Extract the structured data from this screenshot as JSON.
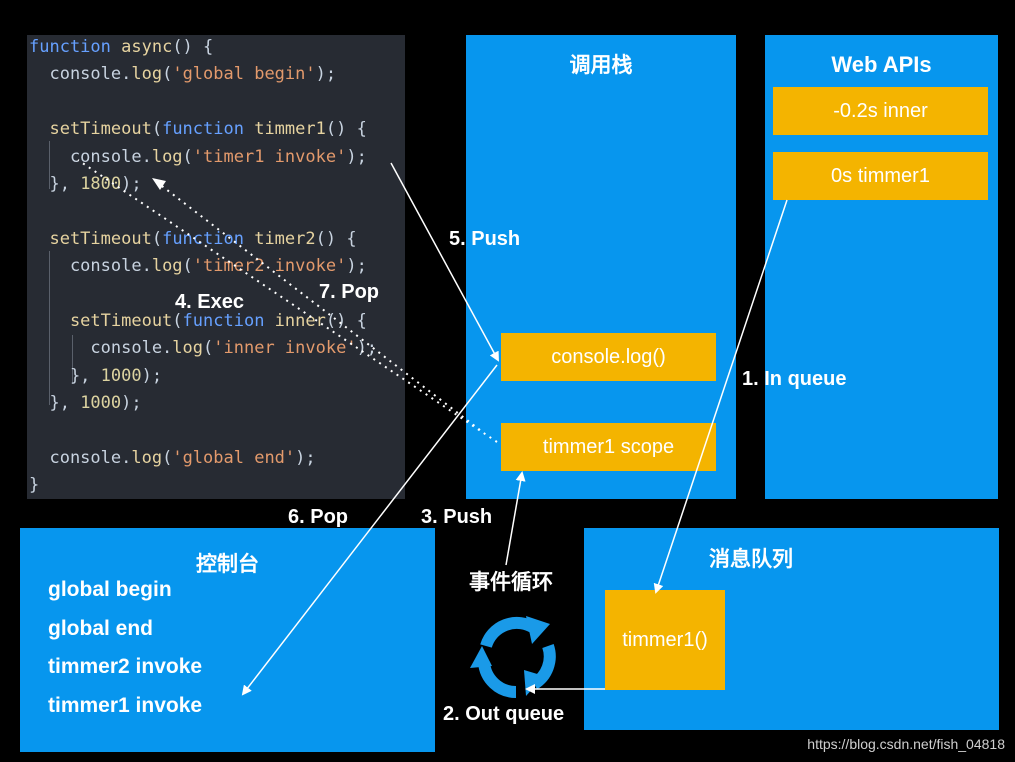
{
  "code": {
    "lines": [
      [
        {
          "t": "function ",
          "c": "kw"
        },
        {
          "t": "async",
          "c": "fn"
        },
        {
          "t": "() {",
          "c": ""
        }
      ],
      [
        {
          "t": "  console.",
          "c": ""
        },
        {
          "t": "log",
          "c": "fn"
        },
        {
          "t": "(",
          "c": ""
        },
        {
          "t": "'global begin'",
          "c": "str"
        },
        {
          "t": ");",
          "c": ""
        }
      ],
      [],
      [
        {
          "t": "  setTimeout",
          "c": "fn"
        },
        {
          "t": "(",
          "c": ""
        },
        {
          "t": "function ",
          "c": "kw"
        },
        {
          "t": "timmer1",
          "c": "fn"
        },
        {
          "t": "() {",
          "c": ""
        }
      ],
      [
        {
          "t": "    console.",
          "c": ""
        },
        {
          "t": "log",
          "c": "fn"
        },
        {
          "t": "(",
          "c": ""
        },
        {
          "t": "'timer1 invoke'",
          "c": "str"
        },
        {
          "t": ");",
          "c": ""
        }
      ],
      [
        {
          "t": "  }, ",
          "c": ""
        },
        {
          "t": "1800",
          "c": "num"
        },
        {
          "t": ");",
          "c": ""
        }
      ],
      [],
      [
        {
          "t": "  setTimeout",
          "c": "fn"
        },
        {
          "t": "(",
          "c": ""
        },
        {
          "t": "function ",
          "c": "kw"
        },
        {
          "t": "timer2",
          "c": "fn"
        },
        {
          "t": "() {",
          "c": ""
        }
      ],
      [
        {
          "t": "    console.",
          "c": ""
        },
        {
          "t": "log",
          "c": "fn"
        },
        {
          "t": "(",
          "c": ""
        },
        {
          "t": "'timer2 invoke'",
          "c": "str"
        },
        {
          "t": ");",
          "c": ""
        }
      ],
      [],
      [
        {
          "t": "    setTimeout",
          "c": "fn"
        },
        {
          "t": "(",
          "c": ""
        },
        {
          "t": "function ",
          "c": "kw"
        },
        {
          "t": "inner",
          "c": "fn"
        },
        {
          "t": "() {",
          "c": ""
        }
      ],
      [
        {
          "t": "      console.",
          "c": ""
        },
        {
          "t": "log",
          "c": "fn"
        },
        {
          "t": "(",
          "c": ""
        },
        {
          "t": "'inner invoke'",
          "c": "str"
        },
        {
          "t": ");",
          "c": ""
        }
      ],
      [
        {
          "t": "    }, ",
          "c": ""
        },
        {
          "t": "1000",
          "c": "num"
        },
        {
          "t": ");",
          "c": ""
        }
      ],
      [
        {
          "t": "  }, ",
          "c": ""
        },
        {
          "t": "1000",
          "c": "num"
        },
        {
          "t": ");",
          "c": ""
        }
      ],
      [],
      [
        {
          "t": "  console.",
          "c": ""
        },
        {
          "t": "log",
          "c": "fn"
        },
        {
          "t": "(",
          "c": ""
        },
        {
          "t": "'global end'",
          "c": "str"
        },
        {
          "t": ");",
          "c": ""
        }
      ],
      [
        {
          "t": "}",
          "c": ""
        }
      ]
    ]
  },
  "call_stack": {
    "title": "调用栈",
    "frames": [
      "console.log()",
      "timmer1 scope"
    ]
  },
  "web_apis": {
    "title": "Web APIs",
    "items": [
      "-0.2s inner",
      "0s timmer1"
    ]
  },
  "console_panel": {
    "title": "控制台",
    "lines": [
      "global begin",
      "global end",
      "timmer2 invoke",
      "timmer1 invoke"
    ]
  },
  "message_queue": {
    "title": "消息队列",
    "items": [
      "timmer1()"
    ]
  },
  "event_loop": {
    "label": "事件循环",
    "icon": "refresh-cycle-icon"
  },
  "steps": {
    "in_queue": "1. In queue",
    "out_queue": "2. Out queue",
    "push3": "3. Push",
    "exec4": "4. Exec",
    "push5": "5. Push",
    "pop6": "6. Pop",
    "pop7": "7. Pop"
  },
  "watermark": "https://blog.csdn.net/fish_04818",
  "colors": {
    "panel": "#0796ee",
    "box": "#f4b400",
    "background": "#000000",
    "code_bg": "#272b33"
  }
}
